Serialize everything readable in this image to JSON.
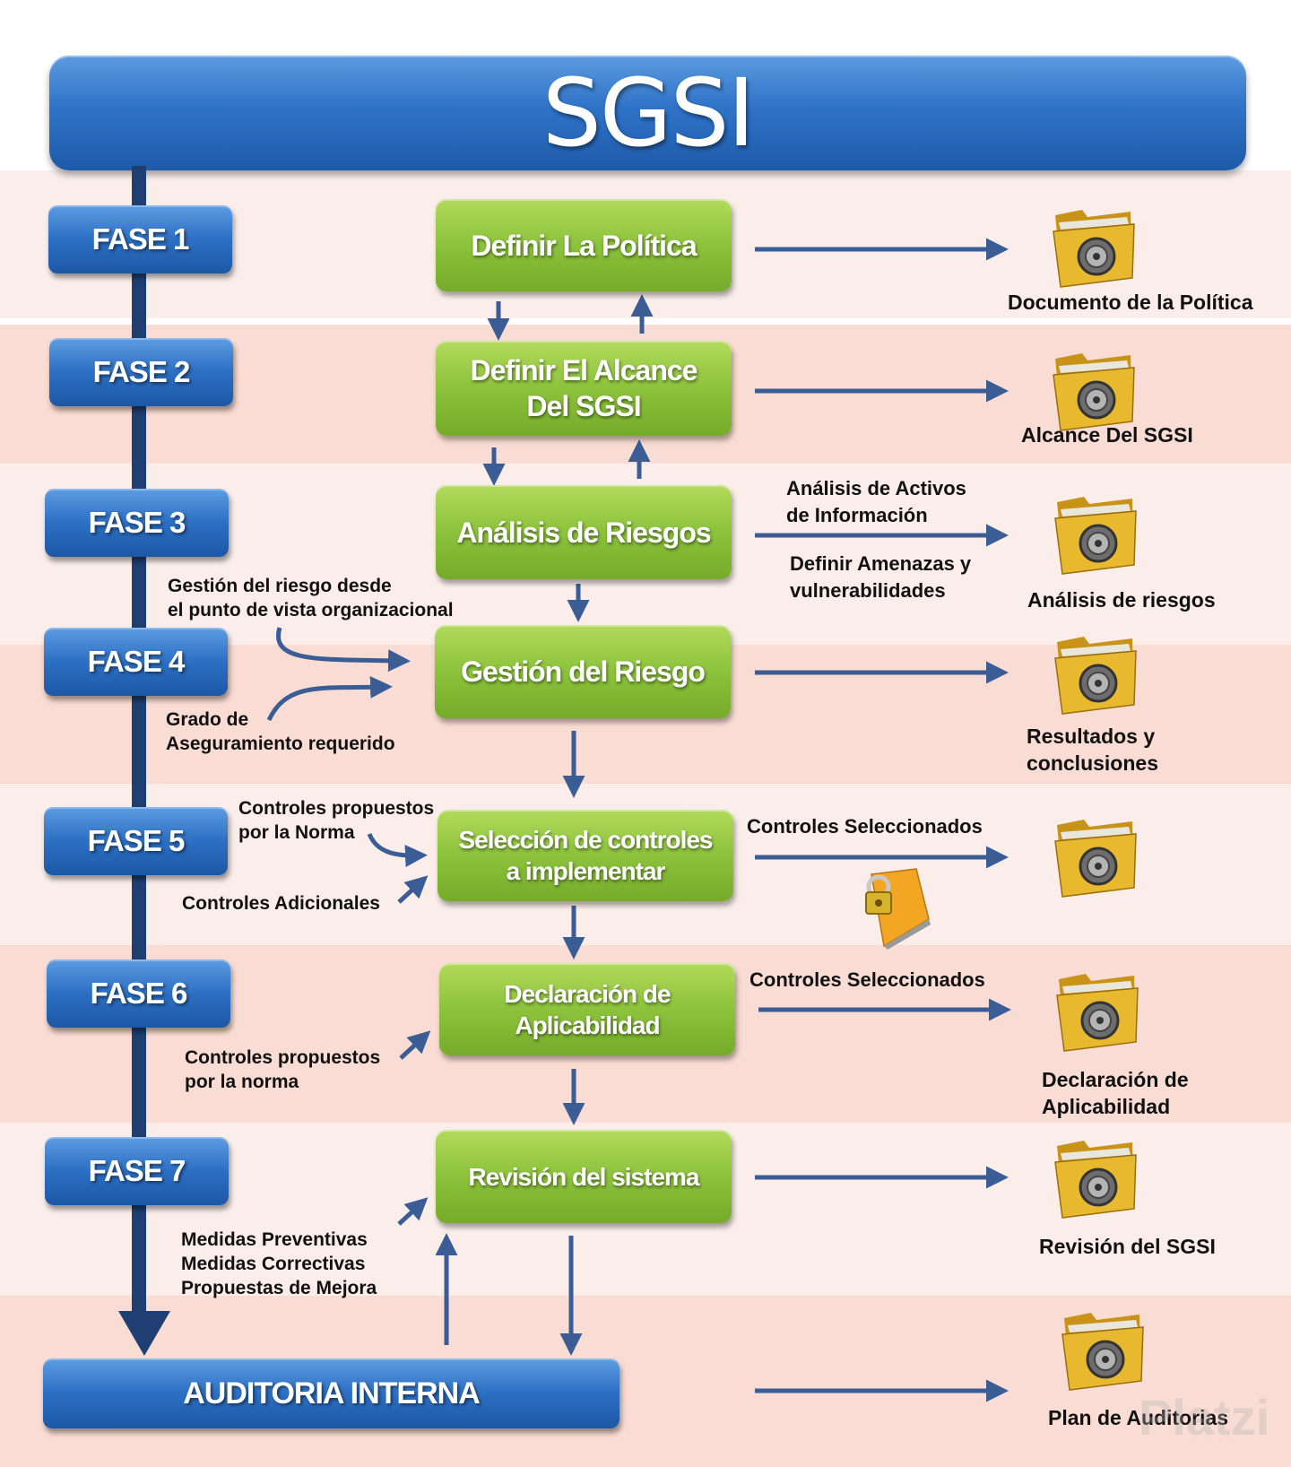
{
  "title": "SGSI",
  "phases": [
    "FASE 1",
    "FASE 2",
    "FASE 3",
    "FASE 4",
    "FASE 5",
    "FASE 6",
    "FASE 7"
  ],
  "audit": "AUDITORIA INTERNA",
  "steps": {
    "s1": [
      "Definir La Política"
    ],
    "s2": [
      "Definir El Alcance",
      "Del SGSI"
    ],
    "s3": [
      "Análisis de Riesgos"
    ],
    "s4": [
      "Gestión del Riesgo"
    ],
    "s5": [
      "Selección de controles",
      "a implementar"
    ],
    "s6": [
      "Declaración de",
      "Aplicabilidad"
    ],
    "s7": [
      "Revisión del sistema"
    ]
  },
  "side_labels": {
    "f3_activos": [
      "Análisis de Activos",
      "de Información"
    ],
    "f3_amenazas": [
      "Definir Amenazas y",
      "vulnerabilidades"
    ],
    "f4_gestion": [
      "Gestión del riesgo desde",
      "el punto de vista organizacional"
    ],
    "f4_grado": [
      "Grado de",
      "Aseguramiento requerido"
    ],
    "f5_propuestos": [
      "Controles propuestos",
      "por la Norma"
    ],
    "f5_adicionales": [
      "Controles Adicionales"
    ],
    "f5_seleccionados": [
      "Controles Seleccionados"
    ],
    "f6_seleccionados": [
      "Controles Seleccionados"
    ],
    "f6_propuestos": [
      "Controles propuestos",
      "por la norma"
    ],
    "f7_medidas": [
      "Medidas Preventivas",
      "Medidas Correctivas",
      "Propuestas de Mejora"
    ]
  },
  "outputs": {
    "o1": [
      "Documento de la Política"
    ],
    "o2": [
      "Alcance Del SGSI"
    ],
    "o3": [
      "Análisis de riesgos"
    ],
    "o4": [
      "Resultados y",
      "conclusiones"
    ],
    "o6": [
      "Declaración de",
      "Aplicabilidad"
    ],
    "o7": [
      "Revisión del SGSI"
    ],
    "o8": [
      "Plan de Auditorias"
    ]
  },
  "watermark": "Platzi",
  "colors": {
    "blue": "#2c6fc3",
    "green": "#8cc23c",
    "arrow": "#3a5d96",
    "folder": "#e8b92e"
  },
  "icons": [
    "folder-safe-icon",
    "lock-key-icon"
  ]
}
